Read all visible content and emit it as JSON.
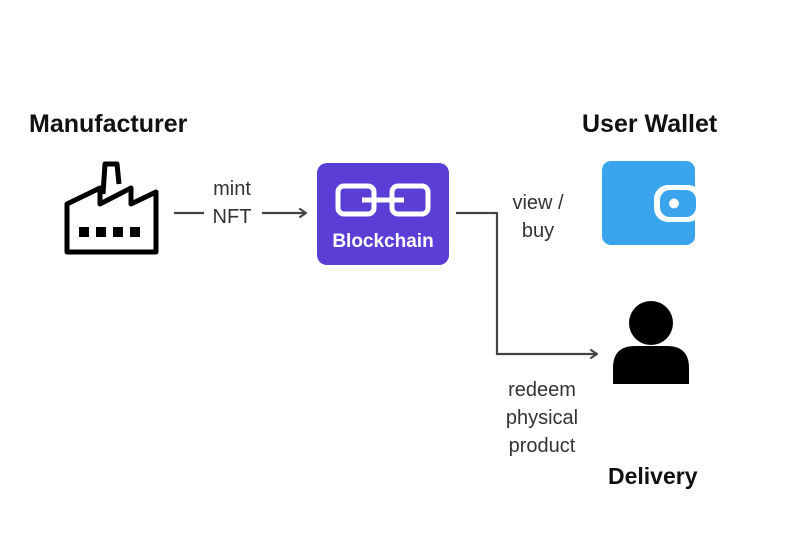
{
  "nodes": {
    "manufacturer": {
      "label": "Manufacturer",
      "icon": "factory-icon"
    },
    "blockchain": {
      "label": "Blockchain",
      "icon": "chain-link-icon",
      "color": "#5B3ED6"
    },
    "user_wallet": {
      "label": "User Wallet",
      "icon": "wallet-icon",
      "color": "#3AA4EC"
    },
    "delivery": {
      "label": "Delivery",
      "icon": "person-icon"
    }
  },
  "edges": {
    "mint": {
      "line1": "mint",
      "line2": "NFT"
    },
    "view_buy": {
      "line1": "view /",
      "line2": "buy"
    },
    "redeem": {
      "line1": "redeem",
      "line2": "physical",
      "line3": "product"
    }
  }
}
